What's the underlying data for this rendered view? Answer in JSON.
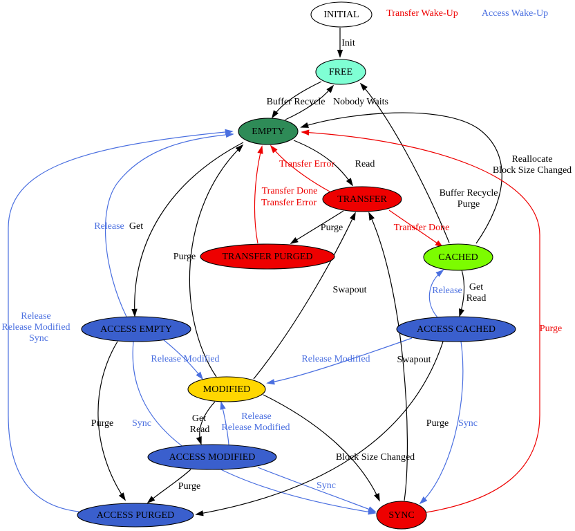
{
  "legend": {
    "transfer_wakeup": "Transfer Wake-Up",
    "access_wakeup": "Access Wake-Up"
  },
  "colors": {
    "black": "#000000",
    "red": "#ee0000",
    "blue": "#4a6fe0",
    "node_blue": "#3a5fcd",
    "background": "#ffffff"
  },
  "nodes": [
    {
      "id": "initial",
      "label": "INITIAL",
      "fill": "#ffffff"
    },
    {
      "id": "free",
      "label": "FREE",
      "fill": "#7fffd4"
    },
    {
      "id": "empty",
      "label": "EMPTY",
      "fill": "#2e8b57"
    },
    {
      "id": "transfer",
      "label": "TRANSFER",
      "fill": "#ee0000"
    },
    {
      "id": "transfer-purged",
      "label": "TRANSFER PURGED",
      "fill": "#ee0000"
    },
    {
      "id": "cached",
      "label": "CACHED",
      "fill": "#7cfc00"
    },
    {
      "id": "access-empty",
      "label": "ACCESS EMPTY",
      "fill": "#3a5fcd"
    },
    {
      "id": "access-cached",
      "label": "ACCESS CACHED",
      "fill": "#3a5fcd"
    },
    {
      "id": "modified",
      "label": "MODIFIED",
      "fill": "#ffd700"
    },
    {
      "id": "access-modified",
      "label": "ACCESS MODIFIED",
      "fill": "#3a5fcd"
    },
    {
      "id": "access-purged",
      "label": "ACCESS PURGED",
      "fill": "#3a5fcd"
    },
    {
      "id": "sync",
      "label": "SYNC",
      "fill": "#ee0000"
    }
  ],
  "edges": [
    {
      "from": "initial",
      "to": "free",
      "label": "Init",
      "stroke": "#000000"
    },
    {
      "from": "free",
      "to": "empty",
      "label": "Buffer Recycle",
      "stroke": "#000000"
    },
    {
      "from": "empty",
      "to": "free",
      "label": "Nobody Waits",
      "stroke": "#000000"
    },
    {
      "from": "empty",
      "to": "transfer",
      "label": "Read",
      "stroke": "#000000"
    },
    {
      "from": "transfer",
      "to": "empty",
      "label": "Transfer Error",
      "stroke": "#ee0000"
    },
    {
      "from": "transfer-purged",
      "to": "empty",
      "label": "Transfer Done",
      "label2": "Transfer Error",
      "stroke": "#ee0000"
    },
    {
      "from": "transfer",
      "to": "transfer-purged",
      "label": "Purge",
      "stroke": "#000000"
    },
    {
      "from": "transfer",
      "to": "cached",
      "label": "Transfer Done",
      "stroke": "#ee0000"
    },
    {
      "from": "cached",
      "to": "free",
      "label": "Buffer Recycle",
      "label2": "Purge",
      "stroke": "#000000"
    },
    {
      "from": "cached",
      "to": "empty",
      "label": "Reallocate",
      "label2": "Block Size Changed",
      "stroke": "#000000"
    },
    {
      "from": "sync",
      "to": "empty",
      "label": "Purge",
      "stroke": "#ee0000"
    },
    {
      "from": "modified",
      "to": "empty",
      "label": "Purge",
      "stroke": "#000000"
    },
    {
      "from": "empty",
      "to": "access-empty",
      "label": "Get",
      "stroke": "#000000"
    },
    {
      "from": "access-empty",
      "to": "empty",
      "label": "Release",
      "stroke": "#4a6fe0"
    },
    {
      "from": "access-purged",
      "to": "empty",
      "label": "Release",
      "label2": "Release Modified",
      "label3": "Sync",
      "stroke": "#4a6fe0"
    },
    {
      "from": "access-empty",
      "to": "modified",
      "label": "Release Modified",
      "stroke": "#4a6fe0"
    },
    {
      "from": "access-cached",
      "to": "modified",
      "label": "Release Modified",
      "stroke": "#4a6fe0"
    },
    {
      "from": "cached",
      "to": "access-cached",
      "label": "Get",
      "label2": "Read",
      "stroke": "#000000"
    },
    {
      "from": "access-cached",
      "to": "cached",
      "label": "Release",
      "stroke": "#4a6fe0"
    },
    {
      "from": "modified",
      "to": "access-modified",
      "label": "Get",
      "label2": "Read",
      "stroke": "#000000"
    },
    {
      "from": "access-modified",
      "to": "modified",
      "label": "Release",
      "label2": "Release Modified",
      "stroke": "#4a6fe0"
    },
    {
      "from": "modified",
      "to": "transfer",
      "label": "Swapout",
      "stroke": "#000000"
    },
    {
      "from": "sync",
      "to": "transfer",
      "label": "Swapout",
      "stroke": "#000000"
    },
    {
      "from": "modified",
      "to": "sync",
      "label": "Block Size Changed",
      "stroke": "#000000"
    },
    {
      "from": "access-empty",
      "to": "access-purged",
      "label": "Purge",
      "stroke": "#000000"
    },
    {
      "from": "access-empty",
      "to": "sync",
      "label": "Sync",
      "stroke": "#4a6fe0"
    },
    {
      "from": "access-modified",
      "to": "access-purged",
      "label": "Purge",
      "stroke": "#000000"
    },
    {
      "from": "access-modified",
      "to": "sync",
      "label": "Sync",
      "stroke": "#4a6fe0"
    },
    {
      "from": "access-cached",
      "to": "access-purged",
      "label": "Purge",
      "stroke": "#000000"
    },
    {
      "from": "access-cached",
      "to": "sync",
      "label": "Sync",
      "stroke": "#4a6fe0"
    }
  ]
}
